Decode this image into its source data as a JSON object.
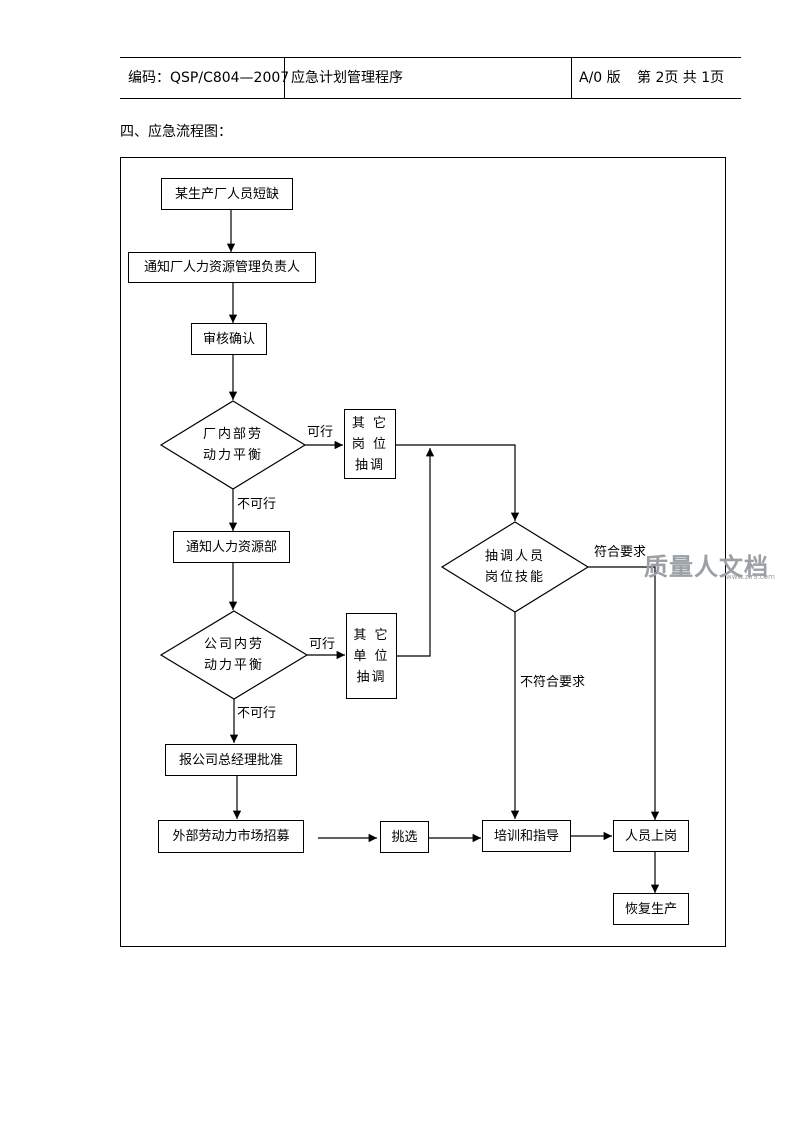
{
  "header": {
    "code": "编码：QSP/C804—2007",
    "title": "应急计划管理程序",
    "version": "A/0 版",
    "pages": "第 2页 共 1页"
  },
  "section_title": "四、应急流程图：",
  "flowchart": {
    "nodes": {
      "shortage": "某生产厂人员短缺",
      "notify_factory_hr": "通知厂人力资源管理负责人",
      "review": "审核确认",
      "factory_balance": "厂内部劳\n动力平衡",
      "transfer_other_post": "其 它\n岗 位\n抽调",
      "notify_hr_dept": "通知人力资源部",
      "company_balance": "公司内劳\n动力平衡",
      "transfer_other_unit": "其 它\n单 位\n抽调",
      "post_skill_check": "抽调人员\n岗位技能",
      "gm_approval": "报公司总经理批准",
      "external_recruit": "外部劳动力市场招募",
      "select": "挑选",
      "training": "培训和指导",
      "on_duty": "人员上岗",
      "resume_production": "恢复生产"
    },
    "edge_labels": {
      "feasible_1": "可行",
      "not_feasible_1": "不可行",
      "feasible_2": "可行",
      "not_feasible_2": "不可行",
      "meets_requirement": "符合要求",
      "not_meet_requirement": "不符合要求"
    }
  },
  "watermark": {
    "logo_text": "质量人文档",
    "url": "www.zlr9.com"
  }
}
